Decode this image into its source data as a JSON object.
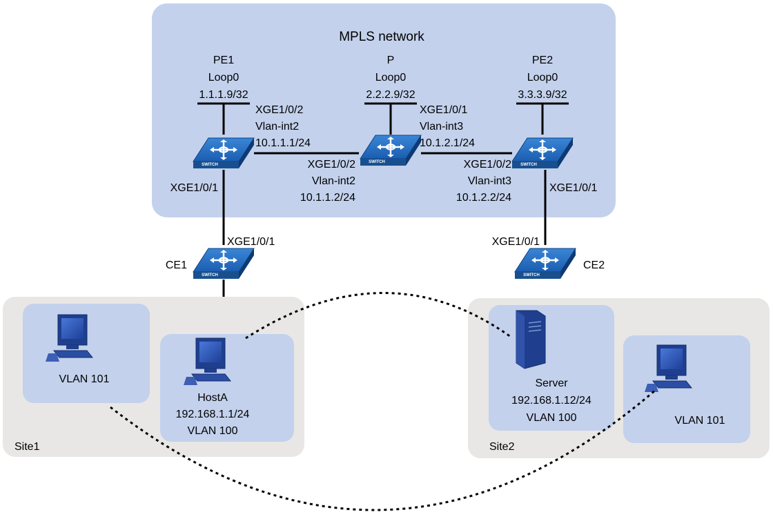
{
  "network": {
    "title": "MPLS network"
  },
  "pe1": {
    "name": "PE1",
    "loopback": "Loop0",
    "loop_ip": "1.1.1.9/32",
    "if_to_p": "XGE1/0/2",
    "vlan_to_p": "Vlan-int2",
    "ip_to_p": "10.1.1.1/24",
    "if_to_ce": "XGE1/0/1"
  },
  "p": {
    "name": "P",
    "loopback": "Loop0",
    "loop_ip": "2.2.2.9/32",
    "if_to_pe1": "XGE1/0/2",
    "vlan_to_pe1": "Vlan-int2",
    "ip_to_pe1": "10.1.1.2/24",
    "if_to_pe2": "XGE1/0/1",
    "vlan_to_pe2": "Vlan-int3",
    "ip_to_pe2": "10.1.2.1/24"
  },
  "pe2": {
    "name": "PE2",
    "loopback": "Loop0",
    "loop_ip": "3.3.3.9/32",
    "if_to_p": "XGE1/0/2",
    "vlan_to_p": "Vlan-int3",
    "ip_to_p": "10.1.2.2/24",
    "if_to_ce": "XGE1/0/1"
  },
  "ce1": {
    "name": "CE1",
    "if_to_pe": "XGE1/0/1"
  },
  "ce2": {
    "name": "CE2",
    "if_to_pe": "XGE1/0/1"
  },
  "switch_badge": "SWITCH",
  "site1": {
    "name": "Site1",
    "vlan101": "VLAN 101",
    "hosta": {
      "name": "HostA",
      "ip": "192.168.1.1/24",
      "vlan": "VLAN 100"
    }
  },
  "site2": {
    "name": "Site2",
    "vlan101": "VLAN 101",
    "server": {
      "name": "Server",
      "ip": "192.168.1.12/24",
      "vlan": "VLAN 100"
    }
  },
  "colors": {
    "mpls_bg": "#c3d1ec",
    "site_bg": "#e8e7e5",
    "subnet_bg": "#c3d1ec",
    "switch_blue": "#1f64b4",
    "pc_blue": "#1a3f9a"
  }
}
